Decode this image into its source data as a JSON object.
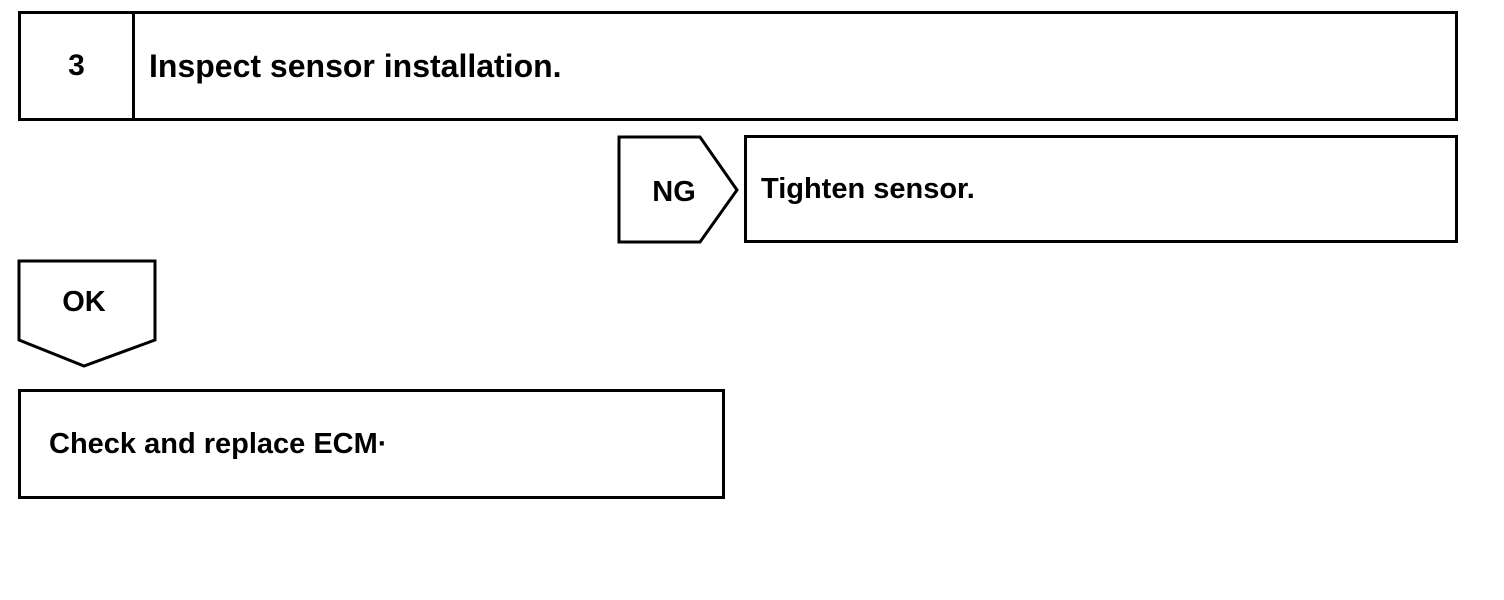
{
  "step": {
    "number": "3",
    "title": "Inspect sensor installation."
  },
  "ng_branch": {
    "label": "NG",
    "action": "Tighten sensor."
  },
  "ok_branch": {
    "label": "OK",
    "action": "Check and replace ECM·"
  }
}
